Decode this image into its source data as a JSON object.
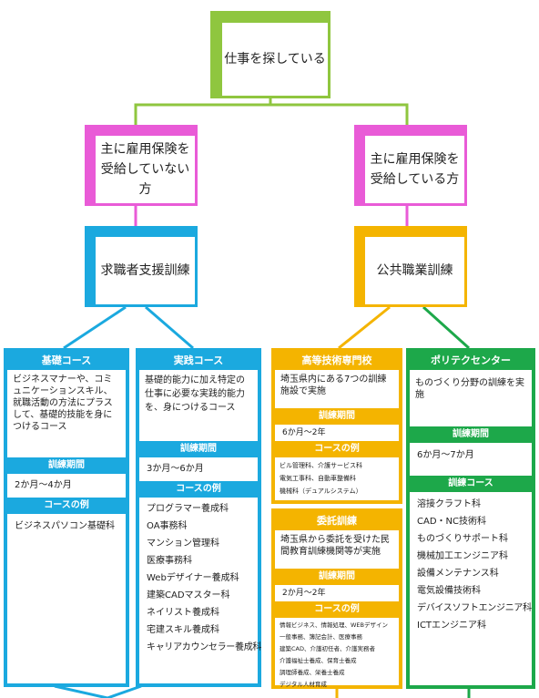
{
  "top": {
    "label": "仕事を探している"
  },
  "left_cond": {
    "line1": "主に雇用保険を",
    "line2": "受給していない方"
  },
  "right_cond": {
    "line1": "主に雇用保険を",
    "line2": "受給している方"
  },
  "left_program": {
    "label": "求職者支援訓練"
  },
  "right_program": {
    "label": "公共職業訓練"
  },
  "colors": {
    "green": "#8fc63f",
    "magenta": "#e95bd7",
    "blue": "#1ba9df",
    "orange": "#f4b400",
    "dark_green": "#1da84a"
  },
  "kiso": {
    "header": "基礎コース",
    "desc": "ビジネスマナーや、コミュニケーションスキル、就職活動の方法にプラスして、基礎的技能を身につけるコース",
    "period_header": "訓練期間",
    "period": "2か月～4か月",
    "examples_header": "コースの例",
    "examples": [
      "ビジネスパソコン基礎科"
    ]
  },
  "jissen": {
    "header": "実践コース",
    "desc": "基礎的能力に加え特定の仕事に必要な実践的能力を、身につけるコース",
    "period_header": "訓練期間",
    "period": "3か月～6か月",
    "examples_header": "コースの例",
    "examples": [
      "プログラマー養成科",
      "OA事務科",
      "マンション管理科",
      "医療事務科",
      "Webデザイナー養成科",
      "建築CADマスター科",
      "ネイリスト養成科",
      "宅建スキル養成科",
      "キャリアカウンセラー養成科"
    ]
  },
  "koutou": {
    "header": "高等技術専門校",
    "desc": "埼玉県内にある7つの訓練施設で実施",
    "period_header": "訓練期間",
    "period": "6か月～2年",
    "examples_header": "コースの例",
    "examples": [
      "ビル管理科、介護サービス科",
      "電気工事科、自動車整備科",
      "機械科（デュアルシステム）"
    ]
  },
  "itaku": {
    "header": "委託訓練",
    "desc": "埼玉県から委託を受けた民間教育訓練機関等が実施",
    "period_header": "訓練期間",
    "period": "2か月～2年",
    "examples_header": "コースの例",
    "examples": [
      "情報ビジネス、情報処理、WEBデザイン",
      "一般事務、簿記会計、医療事務",
      "建築CAD、介護初任者、介護実務者",
      "介護福祉士養成、保育士養成",
      "調理師養成、栄養士養成",
      "デジタル人材育成"
    ]
  },
  "poly": {
    "header": "ポリテクセンター",
    "desc": "ものづくり分野の訓練を実施",
    "period_header": "訓練期間",
    "period": "6か月～7か月",
    "courses_header": "訓練コース",
    "courses": [
      "溶接クラフト科",
      "CAD・NC技術科",
      "ものづくりサポート科",
      "機械加工エンジニア科",
      "設備メンテナンス科",
      "電気設備技術科",
      "デバイスソフトエンジニア科",
      "ICTエンジニア科"
    ]
  }
}
